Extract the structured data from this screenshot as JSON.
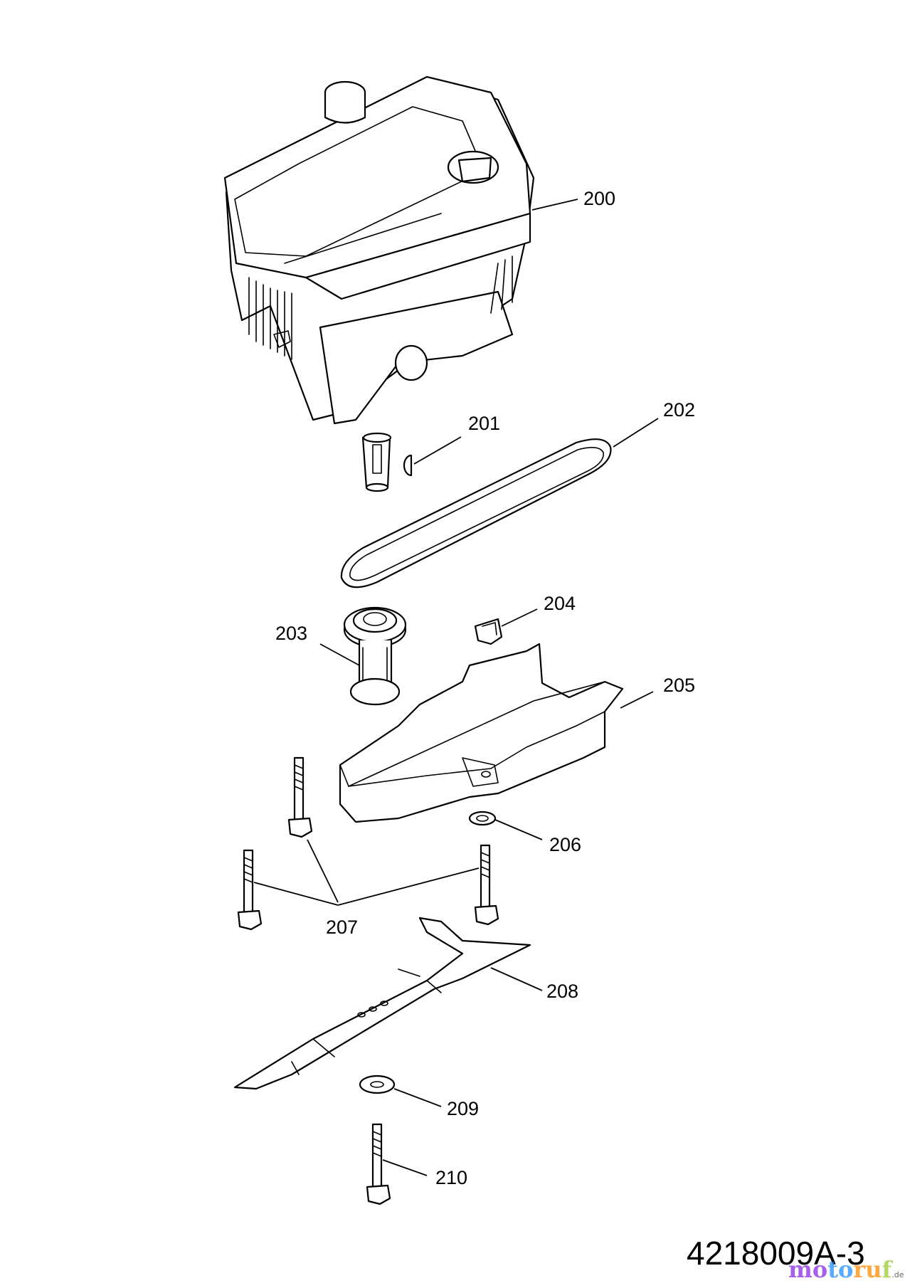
{
  "parts": [
    {
      "number": "200",
      "name": "engine-assembly"
    },
    {
      "number": "201",
      "name": "pin-and-key"
    },
    {
      "number": "202",
      "name": "v-belt"
    },
    {
      "number": "203",
      "name": "pulley"
    },
    {
      "number": "204",
      "name": "clip"
    },
    {
      "number": "205",
      "name": "belt-cover"
    },
    {
      "number": "206",
      "name": "washer"
    },
    {
      "number": "207",
      "name": "screws"
    },
    {
      "number": "208",
      "name": "blade"
    },
    {
      "number": "209",
      "name": "blade-washer"
    },
    {
      "number": "210",
      "name": "blade-screw"
    }
  ],
  "drawing_number": "4218009A-3",
  "watermark": {
    "text": "motoruf",
    "tld": ".de",
    "colors": [
      "#8a2be2",
      "#1e90ff",
      "#ff8c00",
      "#9acd32"
    ]
  }
}
